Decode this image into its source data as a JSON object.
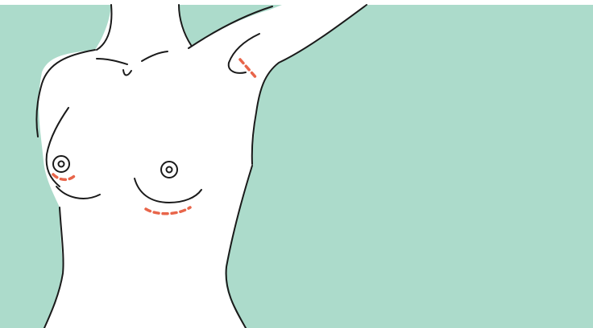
{
  "illustration": {
    "subject": "torso-incision-sites",
    "colors": {
      "background": "#ffffff",
      "panel": "#acdbcb",
      "skin": "#ffffff",
      "outline": "#1a1a1a",
      "incision": "#e8654a"
    },
    "incision_sites": [
      "periareolar",
      "inframammary",
      "transaxillary"
    ]
  }
}
